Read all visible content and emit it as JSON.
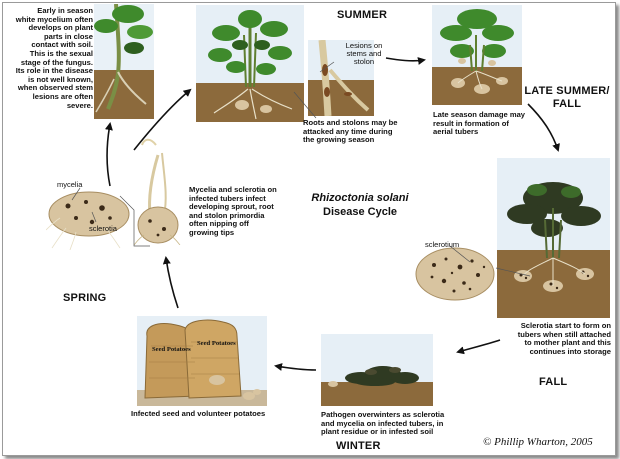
{
  "seasons": {
    "summer": "SUMMER",
    "late_summer_fall": "LATE SUMMER/\nFALL",
    "fall": "FALL",
    "winter": "WINTER",
    "spring": "SPRING"
  },
  "center_title": {
    "species": "Rhizoctonia solani",
    "subtitle": "Disease Cycle"
  },
  "captions": {
    "early_season": "Early in season\nwhite mycelium often\ndevelops on plant\nparts in close\ncontact with soil.\nThis is the sexual\nstage of the fungus.\nIts role in the disease\nis not well known,\nwhen observed stem\nlesions are often\nsevere.",
    "roots_stolons": "Roots and stolons may be\nattacked any time during\nthe growing season",
    "late_season": "Late season damage may\nresult in formation of\naerial tubers",
    "sclerotia_form": "Sclerotia start to form on\ntubers when still attached\nto mother plant and this\ncontinues into storage",
    "overwinter": "Pathogen overwinters as sclerotia\nand mycelia on infected tubers, in\nplant residue or in infested soil",
    "infected_seed": "Infected seed and volunteer potatoes",
    "mycelia_sclerotia": "Mycelia and sclerotia on\ninfected tubers infect\ndeveloping sprout, root\nand stolon primordia\noften nipping off\ngrowing tips"
  },
  "labels": {
    "lesions": "Lesions on\nstems and\nstolon",
    "sclerotium": "sclerotium",
    "mycelia": "mycelia",
    "sclerotia": "sclerotia",
    "sack_1": "Seed Potatoes",
    "sack_2": "Seed Potatoes"
  },
  "credit": "© Phillip Wharton, 2005",
  "colors": {
    "soil": "#8c6a3c",
    "soil_dark": "#6e4f2a",
    "sky": "#dde9f3",
    "leaf": "#3f8a2c",
    "leaf_dark": "#2e5f1f",
    "dead_leaf": "#2f3a22",
    "burlap": "#c49a5a",
    "tuber": "#d8c4a0"
  }
}
